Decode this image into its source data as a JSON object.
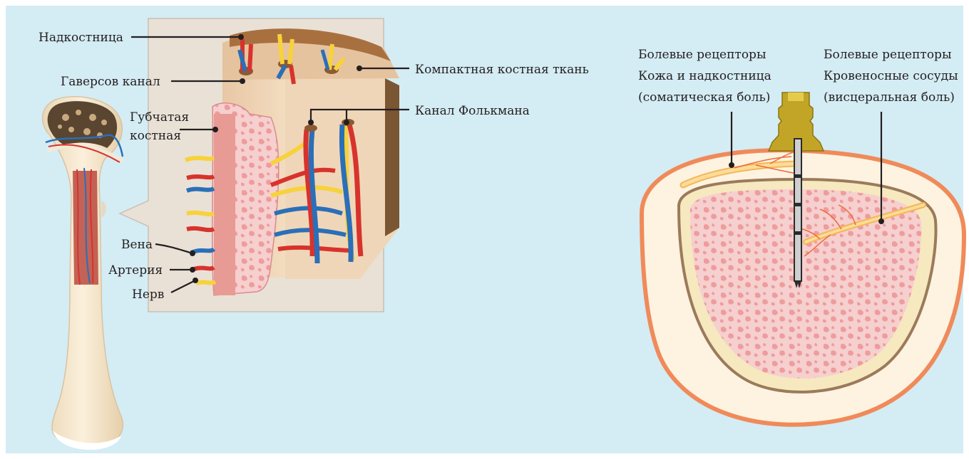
{
  "colors": {
    "background": "#d4ecf4",
    "artery": "#d7332c",
    "vein": "#2a6fb8",
    "nerve": "#f7d23a",
    "bone_outer": "#f2e2c7",
    "marrow": "#f4b3b3",
    "skin": "#f08a5a",
    "needle": "#2b2b2b",
    "hub": "#c2a526"
  },
  "icons": [
    "bone-icon",
    "needle-icon"
  ],
  "left_labels": {
    "periosteum": "Надкостница",
    "haversian_canal": "Гаверсов канал",
    "spongy_line1": "Губчатая",
    "spongy_line2": "костная",
    "vein": "Вена",
    "artery": "Артерия",
    "nerve": "Нерв",
    "compact_bone": "Компактная костная ткань",
    "volkmann_canal": "Канал Фолькмана"
  },
  "right_labels": {
    "somatic": {
      "line1": "Болевые рецепторы",
      "line2": "Кожа и надкостница",
      "line3": "(соматическая боль)"
    },
    "visceral": {
      "line1": "Болевые рецепторы",
      "line2": "Кровеносные сосуды",
      "line3": "(висцеральная боль)"
    }
  }
}
